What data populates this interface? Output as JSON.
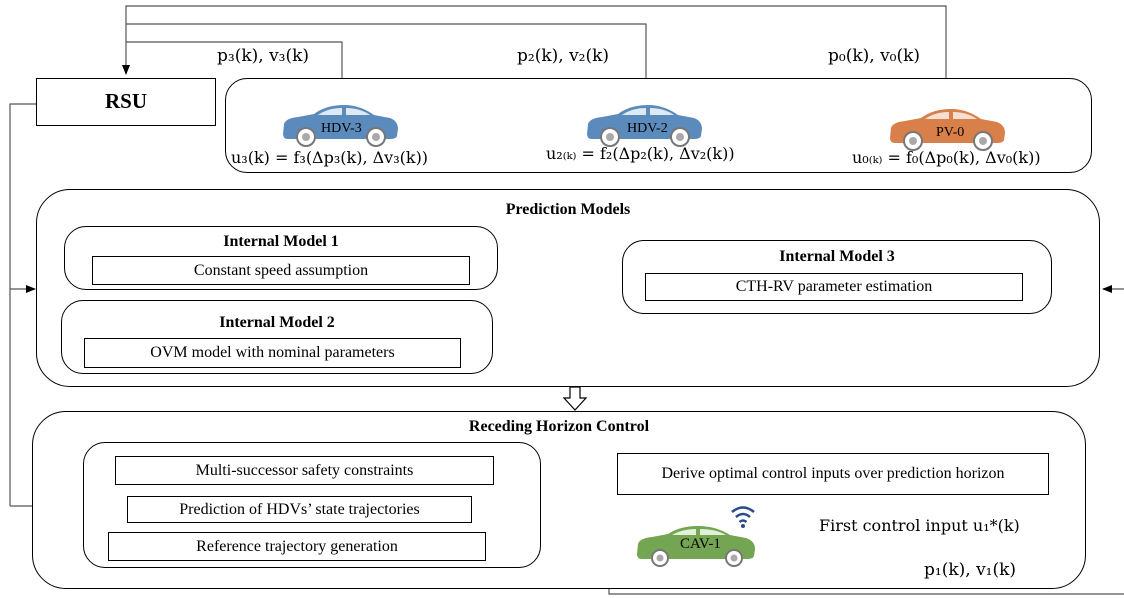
{
  "rsu": {
    "label": "RSU"
  },
  "vehicles": {
    "hdv3": {
      "label": "HDV-3",
      "state": "p₃(k), v₃(k)",
      "model": "u₃(k) =  f₃(Δp₃(k), Δv₃(k))",
      "color": "#5b8bbd"
    },
    "hdv2": {
      "label": "HDV-2",
      "state": "p₂(k), v₂(k)",
      "model": "u₂₍ₖ₎ = f₂(Δp₂(k), Δv₂(k))",
      "color": "#5b8bbd"
    },
    "pv0": {
      "label": "PV-0",
      "state": "p₀(k), v₀(k)",
      "model": "u₀₍ₖ₎ = f₀(Δp₀(k), Δv₀(k))",
      "color": "#d9804a"
    },
    "cav1": {
      "label": "CAV-1",
      "state": "p₁(k), v₁(k)",
      "color": "#74a553"
    }
  },
  "prediction": {
    "title": "Prediction Models",
    "m1": {
      "title": "Internal Model 1",
      "text": "Constant speed assumption"
    },
    "m2": {
      "title": "Internal Model 2",
      "text": "OVM model with nominal parameters"
    },
    "m3": {
      "title": "Internal Model 3",
      "text": "CTH-RV parameter estimation"
    }
  },
  "rhc": {
    "title": "Receding Horizon Control",
    "items": [
      "Multi-successor safety constraints",
      "Prediction of HDVs’ state trajectories",
      "Reference trajectory generation"
    ],
    "derive": "Derive optimal control inputs over prediction horizon",
    "first_input": "First control input u₁*(k)"
  }
}
